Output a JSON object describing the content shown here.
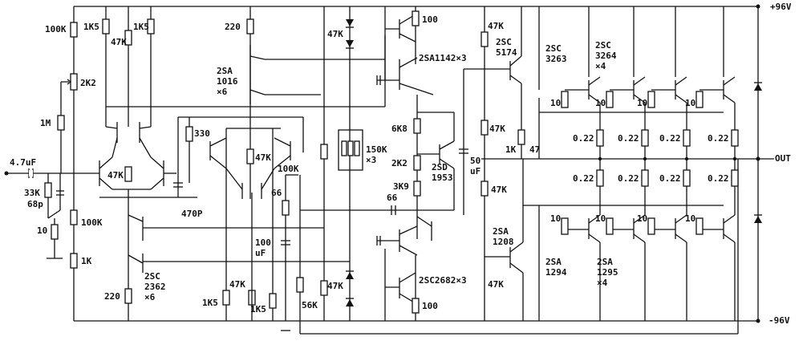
{
  "rails": {
    "positive": "+96V",
    "negative": "-96V",
    "output": "OUT"
  },
  "input": {
    "cap": "4.7uF",
    "r_shunt": "33K",
    "c_shunt": "68p",
    "r_ground": "10"
  },
  "input_stage": {
    "r_top": "100K",
    "r_collector_left": "1K5",
    "r_mid": "47K",
    "r_collector_right": "1K5",
    "trim": "2K2",
    "r_feedback": "1M",
    "r_tail": "47K",
    "r_bottom_a": "100K",
    "r_bottom_b": "1K"
  },
  "vas": {
    "r_emitter_top": "220",
    "transistor_top": "2SA\n1016\n×6",
    "r_330": "330",
    "c_470p": "470P",
    "r_47k": "47K",
    "r_100k": "100K",
    "r_66": "66",
    "c_100uf": "100\nuF",
    "r_47k_lower": "47K",
    "r_1k5_left": "1K5",
    "r_1k5_right": "1K5",
    "r_56k": "56K",
    "r_emitter_bottom": "220",
    "transistor_bottom": "2SC\n2362\n×6"
  },
  "bias": {
    "r_47k_top": "47K",
    "r_150k": "150K\n×3",
    "r_47k_bottom": "47K",
    "r_6k8": "6K8",
    "r_2k2": "2K2",
    "r_3k9": "3K9",
    "c_66": "66",
    "transistor": "2SD\n1953",
    "c_50uf": "50\nuF"
  },
  "drivers": {
    "r_100_top": "100",
    "pnp_top": "2SA1142×3",
    "npn_bottom": "2SC2682×3",
    "r_100_bottom": "100"
  },
  "output_stage": {
    "pre_npn": "2SC\n5174",
    "pre_pnp": "2SA\n1208",
    "r_47k_a": "47K",
    "r_47k_b": "47K",
    "r_47k_c": "47K",
    "r_1k": "1K",
    "r_47": "47",
    "npn_single": "2SC\n3263",
    "npn_quad": "2SC\n3264\n×4",
    "pnp_single": "2SA\n1294",
    "pnp_quad": "2SA\n1295\n×4",
    "base_r": "10",
    "emitter_r": "0.22"
  }
}
